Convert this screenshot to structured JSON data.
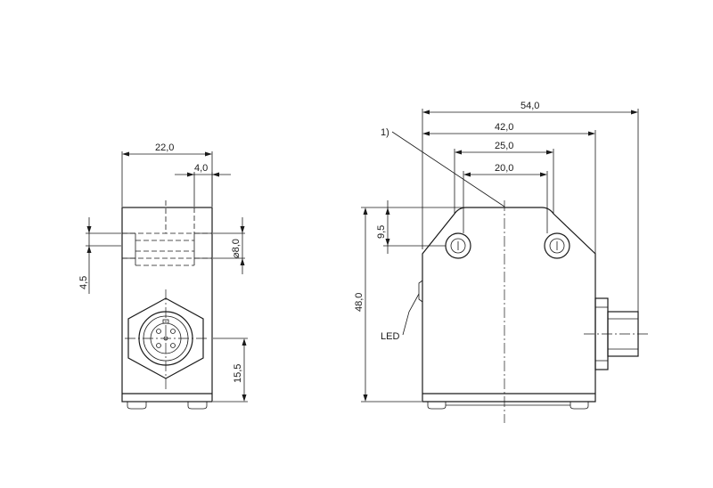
{
  "dimensions": {
    "front_width": "22,0",
    "front_slot": "4,0",
    "front_hole_diameter": "8,0",
    "front_hole_pos": "4,5",
    "front_connector_height": "15,5",
    "side_total_width": "54,0",
    "side_body_width": "42,0",
    "side_hole_outer": "25,0",
    "side_hole_pitch": "20,0",
    "side_hole_height": "9,5",
    "side_total_height": "48,0"
  },
  "labels": {
    "note_marker": "1)",
    "led": "LED",
    "diameter_symbol": "⌀"
  }
}
